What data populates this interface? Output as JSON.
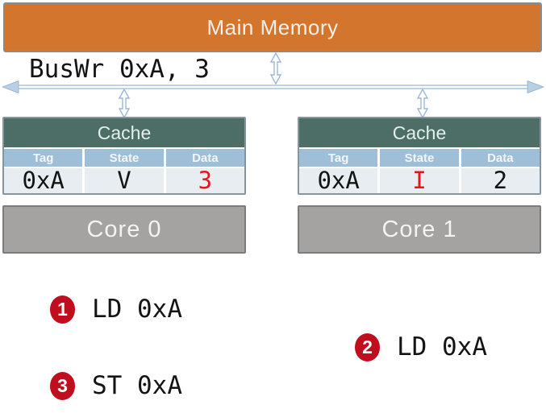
{
  "main_memory": {
    "label": "Main Memory"
  },
  "bus": {
    "event_label": "BusWr 0xA, 3"
  },
  "caches": [
    {
      "title": "Cache",
      "headers": [
        "Tag",
        "State",
        "Data"
      ],
      "row": {
        "tag": "0xA",
        "state": "V",
        "data": "3"
      },
      "highlighted_cell": "data"
    },
    {
      "title": "Cache",
      "headers": [
        "Tag",
        "State",
        "Data"
      ],
      "row": {
        "tag": "0xA",
        "state": "I",
        "data": "2"
      },
      "highlighted_cell": "state"
    }
  ],
  "cores": [
    {
      "label": "Core 0"
    },
    {
      "label": "Core 1"
    }
  ],
  "events": [
    {
      "number": "1",
      "instruction": "LD 0xA"
    },
    {
      "number": "2",
      "instruction": "LD 0xA"
    },
    {
      "number": "3",
      "instruction": "ST 0xA"
    }
  ],
  "colors": {
    "memory_fill": "#D4752E",
    "memory_border": "#8B8B8B",
    "cache_title_fill": "#4D6E66",
    "table_header_fill": "#9FBFD9",
    "table_row_fill": "#E8EDF2",
    "cache_border": "#8795A0",
    "core_fill": "#A5A3A2",
    "core_border": "#7C7C7C",
    "highlight_red": "#E8131B",
    "badge_red": "#C00E1E",
    "arrow_blue": "#A9C4DD"
  }
}
